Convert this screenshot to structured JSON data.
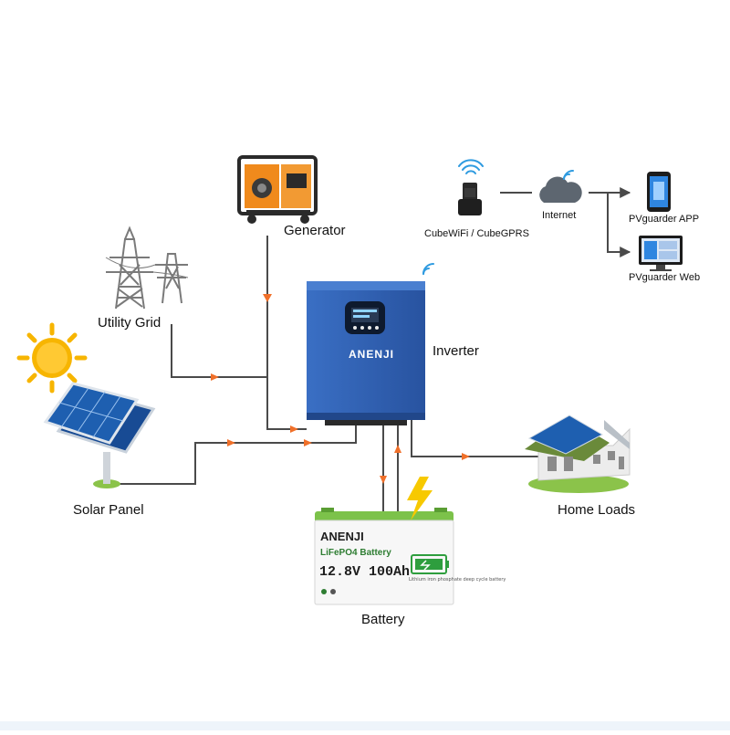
{
  "labels": {
    "generator": "Generator",
    "utility_grid": "Utility Grid",
    "inverter": "Inverter",
    "solar_panel": "Solar Panel",
    "battery": "Battery",
    "home_loads": "Home Loads",
    "cube": "CubeWiFi / CubeGPRS",
    "internet": "Internet",
    "app": "PVguarder APP",
    "web": "PVguarder Web"
  },
  "battery_label": {
    "brand": "ANENJI",
    "type": "LiFePO4 Battery",
    "spec": "12.8V 100Ah",
    "note": "Lithium iron phosphate deep cycle battery"
  },
  "inverter_brand": "ANENJI",
  "colors": {
    "wire": "#4a4a4a",
    "arrow": "#f0702a",
    "inverter_blue": "#2f62b4",
    "battery_green": "#7cc24a",
    "generator_orange": "#f08a1c",
    "sun": "#f7b500",
    "panel_blue": "#1e5fb0"
  }
}
